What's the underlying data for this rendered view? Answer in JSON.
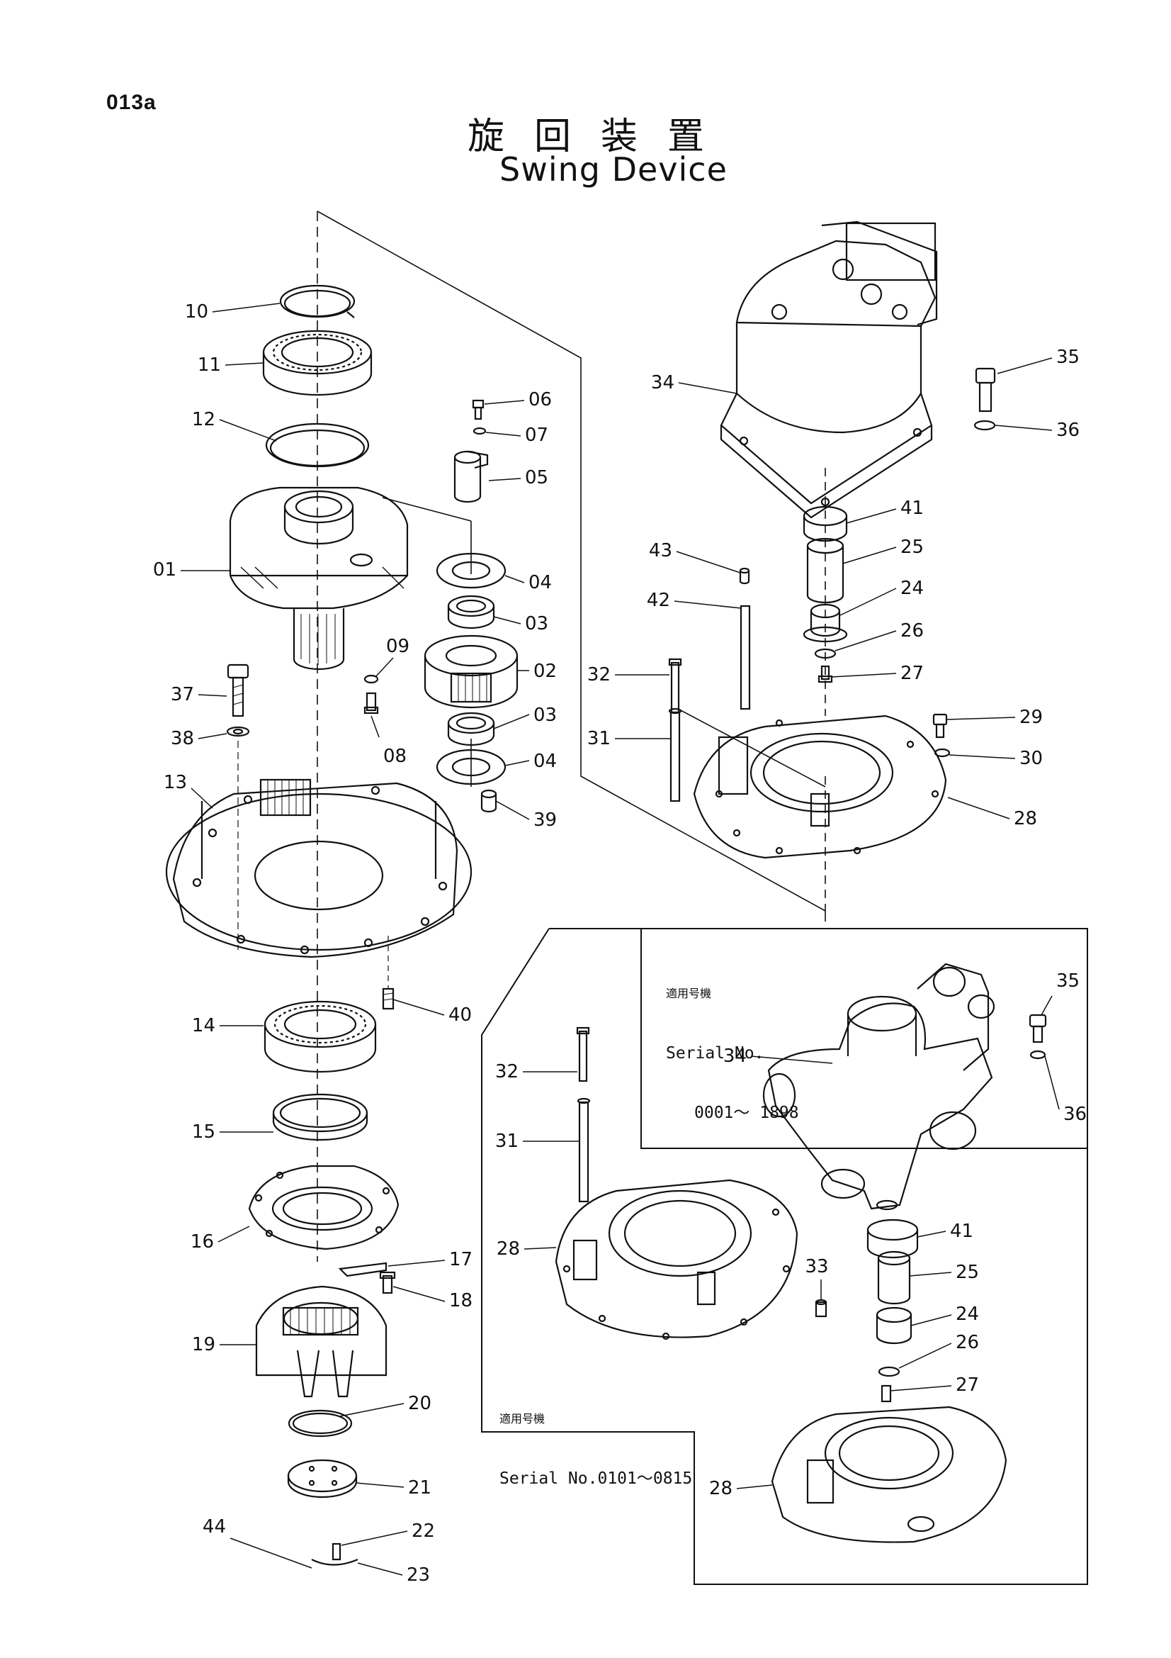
{
  "header": {
    "page_code": "013a",
    "title_jp": "旋回装置",
    "title_en": "Swing Device"
  },
  "inset_upper": {
    "applicability_jp": "適用号機",
    "serial_label": "Serial No.",
    "serial_range": "0001〜 1898"
  },
  "inset_lower": {
    "applicability_jp": "適用号機",
    "serial_text": "Serial No.0101〜0815"
  },
  "callouts": {
    "c10": "10",
    "c11": "11",
    "c12": "12",
    "c01": "01",
    "c37": "37",
    "c38": "38",
    "c13": "13",
    "c14": "14",
    "c15": "15",
    "c16": "16",
    "c19": "19",
    "c44": "44",
    "c06": "06",
    "c07": "07",
    "c05": "05",
    "c04a": "04",
    "c03a": "03",
    "c09": "09",
    "c02": "02",
    "c03b": "03",
    "c08": "08",
    "c04b": "04",
    "c39": "39",
    "c40": "40",
    "c17": "17",
    "c18": "18",
    "c20": "20",
    "c21": "21",
    "c22": "22",
    "c23": "23",
    "m34": "34",
    "m35": "35",
    "m36": "36",
    "m41": "41",
    "m43": "43",
    "m25": "25",
    "m42": "42",
    "m24": "24",
    "m26": "26",
    "m32": "32",
    "m27": "27",
    "m31": "31",
    "m29": "29",
    "m30": "30",
    "m28": "28",
    "i35": "35",
    "i34": "34",
    "i36": "36",
    "i32": "32",
    "i31": "31",
    "i41": "41",
    "i25": "25",
    "i24": "24",
    "i26": "26",
    "i27": "27",
    "i28": "28",
    "i33": "33",
    "j28": "28"
  },
  "colors": {
    "ink": "#111111",
    "paper": "#ffffff"
  }
}
